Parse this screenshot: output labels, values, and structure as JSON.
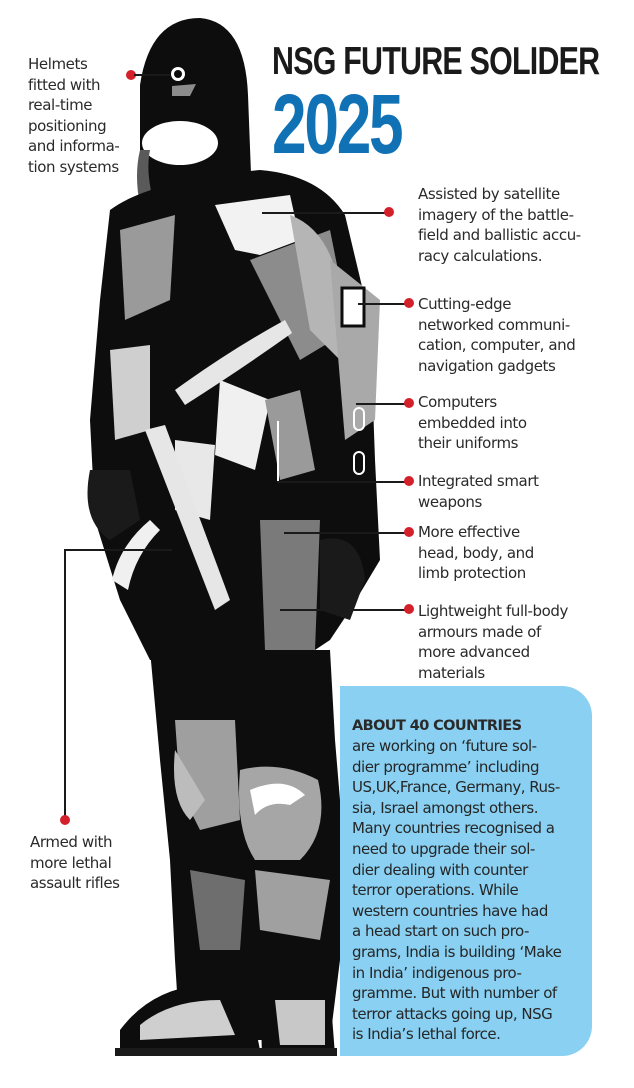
{
  "title": {
    "line1": "NSG FUTURE SOLIDER",
    "line2": "2025",
    "line2_color": "#1071b5"
  },
  "callouts": [
    {
      "id": "helmets",
      "lines": [
        "Helmets",
        "fitted with",
        "real-time",
        "positioning",
        "and informa-",
        "tion systems"
      ]
    },
    {
      "id": "satellite",
      "lines": [
        "Assisted by satellite",
        "imagery of the battle-",
        "field and ballistic accu-",
        "racy calculations."
      ]
    },
    {
      "id": "networked",
      "lines": [
        "Cutting-edge",
        "networked communi-",
        "cation, computer, and",
        "navigation gadgets"
      ]
    },
    {
      "id": "computers",
      "lines": [
        "Computers",
        "embedded into",
        "their uniforms"
      ]
    },
    {
      "id": "weapons",
      "lines": [
        "Integrated smart",
        "weapons"
      ]
    },
    {
      "id": "protection",
      "lines": [
        "More effective",
        "head, body, and",
        "limb protection"
      ]
    },
    {
      "id": "armours",
      "lines": [
        "Lightweight full-body",
        "armours made of",
        "more advanced",
        "materials"
      ]
    },
    {
      "id": "rifles",
      "lines": [
        "Armed with",
        "more lethal",
        "assault rifles"
      ]
    }
  ],
  "info_box": {
    "heading": "ABOUT 40 COUNTRIES",
    "lines": [
      "are working on ‘future sol-",
      "dier programme’ including",
      "US,UK,France, Germany, Rus-",
      "sia, Israel amongst others.",
      "Many countries recognised a",
      "need to upgrade their sol-",
      "dier dealing with counter",
      "terror operations. While",
      "western countries have had",
      "a head start on such pro-",
      "grams, India is building ‘Make",
      "in India’ indigenous pro-",
      "gramme. But with number of",
      "terror attacks going up, NSG",
      "is India’s lethal force."
    ],
    "background": "#89d0f2"
  },
  "colors": {
    "marker_dot": "#d3202b",
    "leader_line": "#1a1a1a"
  }
}
